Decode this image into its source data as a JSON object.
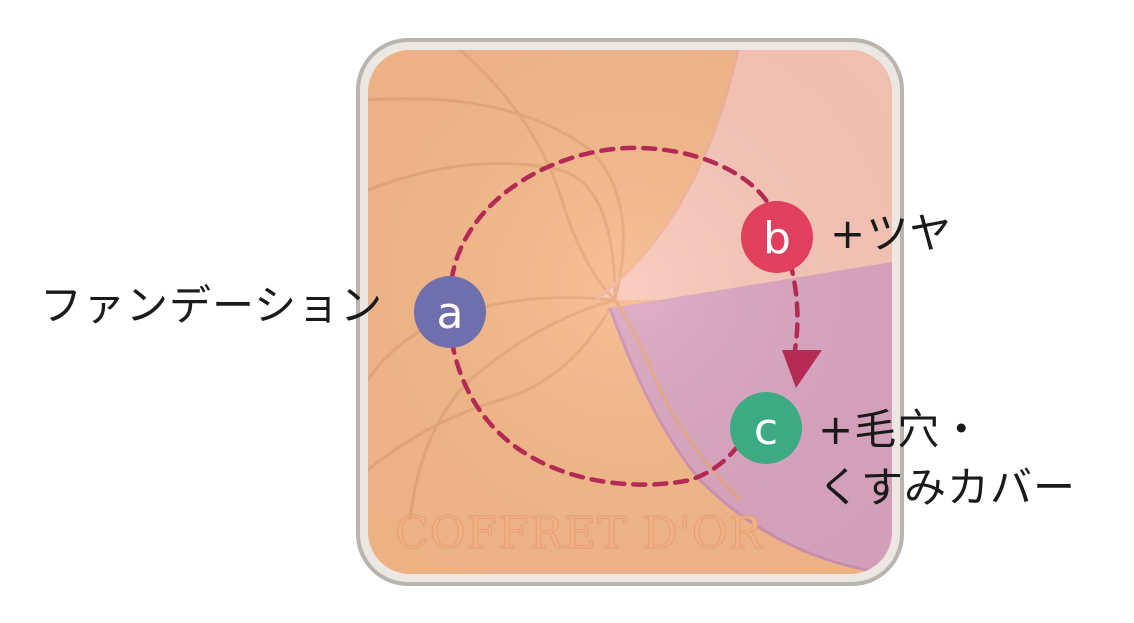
{
  "brand": {
    "text": "COFFRET D'OR"
  },
  "nodes": [
    {
      "id": "a",
      "letter": "a",
      "label": "ファンデーション",
      "color": "#6f6fae"
    },
    {
      "id": "b",
      "letter": "b",
      "label": "+ツヤ",
      "color": "#e0405e"
    },
    {
      "id": "c",
      "letter": "c",
      "label_line1": "+毛穴・",
      "label_line2": "くすみカバー",
      "color": "#3eaa84"
    }
  ],
  "colors": {
    "foundation": "#f6b98a",
    "highlight": "#f9c7b8",
    "cover": "#dba6c0",
    "frame": "#b9b4af",
    "arrow": "#b32a55"
  }
}
